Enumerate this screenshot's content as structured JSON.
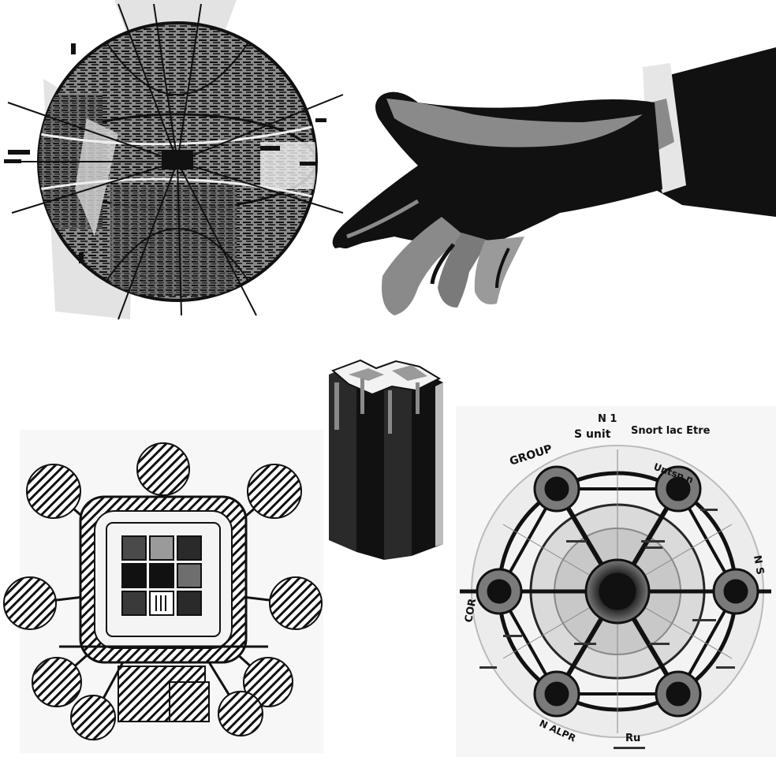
{
  "figures": {
    "city_sphere": {
      "icon": "city-sphere-illustration"
    },
    "pointing_hand": {
      "icon": "pointing-hand-illustration"
    },
    "cross_column": {
      "icon": "cross-section-column-illustration"
    },
    "radial_plan": {
      "icon": "radial-city-plan-illustration"
    },
    "garden_city_diagram": {
      "icon": "garden-city-diagram-illustration",
      "labels": {
        "group": "GROUP",
        "s_unit": "S unit",
        "n_top": "N 1",
        "short_title": "Snort lac Etre",
        "right_top": "Untsp n",
        "cor": "COR",
        "right_mid": "N S",
        "bottom_left": "N ALPR",
        "bottom_mid": "Ru"
      }
    }
  },
  "colors": {
    "ink": "#111111",
    "mid_gray": "#7a7a7a",
    "light_gray": "#cfcfcf",
    "pale_gray": "#e6e6e6",
    "paper": "#ffffff"
  }
}
